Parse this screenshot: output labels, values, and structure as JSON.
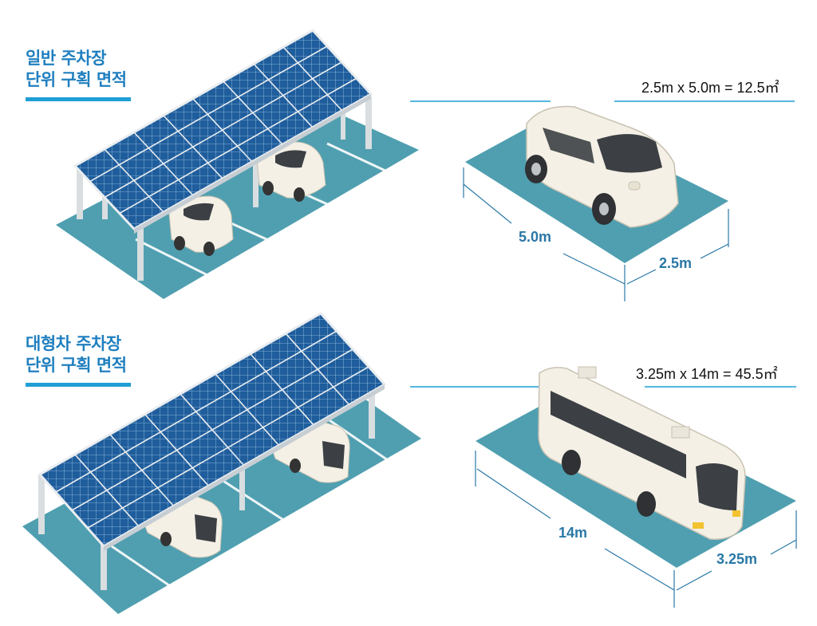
{
  "sections": [
    {
      "heading_line1": "일반 주차장",
      "heading_line2": "단위 구획 면적",
      "formula": "2.5m x 5.0m = 12.5㎡",
      "length_label": "5.0m",
      "width_label": "2.5m",
      "vehicle": "car"
    },
    {
      "heading_line1": "대형차 주차장",
      "heading_line2": "단위 구획 면적",
      "formula": "3.25m x 14m = 45.5㎡",
      "length_label": "14m",
      "width_label": "3.25m",
      "vehicle": "bus"
    }
  ],
  "colors": {
    "ground": "#4f9fb0",
    "panel": "#1f5d9c",
    "panel_grid": "#cfe3f3",
    "frame": "#e6eaec",
    "accent": "#1f9fd6",
    "heading": "#1f7fbf",
    "dimension": "#2a78a6"
  }
}
